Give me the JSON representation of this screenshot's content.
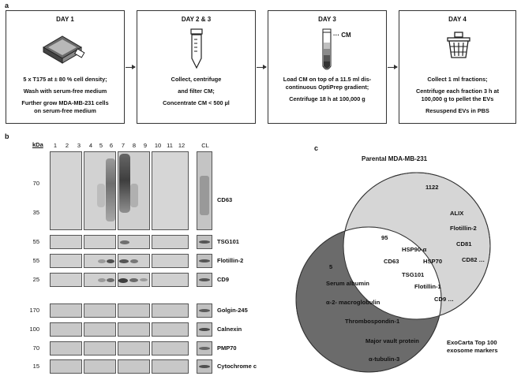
{
  "panel_a": {
    "label": "a",
    "steps": [
      {
        "title": "DAY 1",
        "lines": [
          "5 x T175 at ± 80 % cell density;",
          "Wash with serum-free medium",
          "Further grow MDA-MB-231 cells",
          "on serum-free medium"
        ]
      },
      {
        "title": "DAY 2 & 3",
        "lines": [
          "Collect, centrifuge",
          "and filter CM;",
          "Concentrate CM < 500 µl"
        ]
      },
      {
        "title": "DAY 3",
        "lines": [
          "Load CM on top of a 11.5 ml dis-",
          "continuous OptiPrep gradient;",
          "Centrifuge 18 h at 100,000 g"
        ],
        "icon_label": "··· CM"
      },
      {
        "title": "DAY 4",
        "lines": [
          "Collect 1 ml fractions;",
          "Centrifuge each fraction 3 h at",
          "100,000 g to pellet the EVs",
          "Resuspend EVs in PBS"
        ]
      }
    ],
    "icons": [
      "flask-icon",
      "tube-icon",
      "gradient-tube-icon",
      "basket-icon"
    ]
  },
  "panel_b": {
    "label": "b",
    "kda_label": "kDa",
    "lanes": [
      "1",
      "2",
      "3",
      "4",
      "5",
      "6",
      "7",
      "8",
      "9",
      "10",
      "11",
      "12"
    ],
    "cl_label": "CL",
    "mw_cd63": [
      "70",
      "35"
    ],
    "rows": [
      {
        "mw": "55",
        "marker": "TSG101"
      },
      {
        "mw": "55",
        "marker": "Flotillin-2"
      },
      {
        "mw": "25",
        "marker": "CD9"
      },
      {
        "mw": "170",
        "marker": "Golgin-245"
      },
      {
        "mw": "100",
        "marker": "Calnexin"
      },
      {
        "mw": "70",
        "marker": "PMP70"
      },
      {
        "mw": "15",
        "marker": "Cytochrome c"
      }
    ],
    "cd63_marker": "CD63"
  },
  "panel_c": {
    "label": "c",
    "top_label": "Parental MDA-MB-231",
    "bottom_label_1": "ExoCarta Top 100",
    "bottom_label_2": "exosome markers",
    "parental_count": "1122",
    "parental_items": [
      "ALIX",
      "Flotillin-2",
      "CD81",
      "CD82 …"
    ],
    "overlap_count": "95",
    "overlap_items": [
      "HSP90-α",
      "CD63",
      "HSP70",
      "TSG101",
      "Flotillin-1",
      "CD9 …"
    ],
    "exocarta_count": "5",
    "exocarta_items": [
      "Serum albumin",
      "α-2- macroglobulin",
      "Thrombospondin-1",
      "Major vault protein",
      "α-tubulin-3"
    ],
    "colors": {
      "parental": "#d6d6d6",
      "exocarta": "#6b6b6b",
      "overlap": "#ffffff"
    }
  }
}
